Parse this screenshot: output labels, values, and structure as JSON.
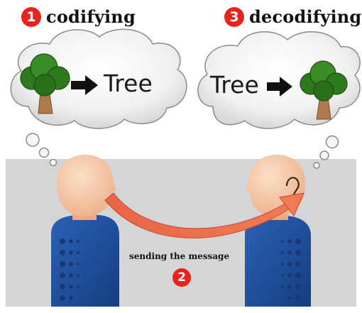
{
  "steps": {
    "step1": {
      "number": "1",
      "title": "codifying"
    },
    "step2": {
      "number": "2",
      "label": "sending the message"
    },
    "step3": {
      "number": "3",
      "title": "decodifying"
    }
  },
  "bubbles": {
    "left": {
      "word": "Tree",
      "icon": "tree-icon",
      "arrow": "arrow-right-icon"
    },
    "right": {
      "word": "Tree",
      "icon": "tree-icon",
      "arrow": "arrow-right-icon"
    }
  },
  "people": {
    "sender": {
      "icon": "person-silhouette-icon"
    },
    "receiver": {
      "icon": "person-silhouette-icon",
      "ear": "ear-icon"
    }
  },
  "colors": {
    "badge": "#e8231d",
    "panel": "#d4d5d6",
    "shirt": "#1f4d99",
    "skin": "#f2bf98",
    "message_arrow": "#ee6f4d",
    "tree_foliage": "#2e7a1e",
    "tree_trunk": "#b07a4c"
  }
}
